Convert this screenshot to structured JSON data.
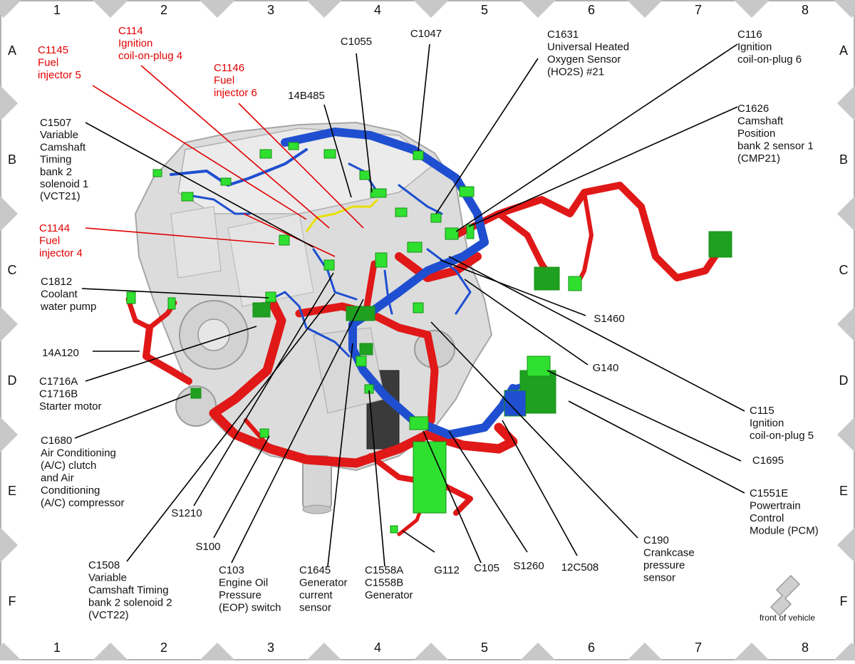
{
  "grid": {
    "columns": [
      "1",
      "2",
      "3",
      "4",
      "5",
      "6",
      "7",
      "8"
    ],
    "rows": [
      "A",
      "B",
      "C",
      "D",
      "E",
      "F"
    ]
  },
  "orientation_note": "front of vehicle",
  "colors": {
    "harness_blue": "#1f4fd0",
    "harness_red": "#e01818",
    "harness_yellow": "#e8e000",
    "connector_green": "#30e030",
    "red_label": "#e00000"
  },
  "labels": {
    "c1145": [
      "C1145",
      "Fuel",
      "injector 5"
    ],
    "c114": [
      "C114",
      "Ignition",
      "coil-on-plug 4"
    ],
    "c1146": [
      "C1146",
      "Fuel",
      "injector 6"
    ],
    "c1055": [
      "C1055"
    ],
    "c1047": [
      "C1047"
    ],
    "c1631": [
      "C1631",
      "Universal Heated",
      "Oxygen Sensor",
      "(HO2S) #21"
    ],
    "c116": [
      "C116",
      "Ignition",
      "coil-on-plug 6"
    ],
    "b14b485": [
      "14B485"
    ],
    "c1507": [
      "C1507",
      "Variable",
      "Camshaft",
      "Timing",
      "bank 2",
      "solenoid 1",
      "(VCT21)"
    ],
    "c1626": [
      "C1626",
      "Camshaft",
      "Position",
      "bank 2 sensor 1",
      "(CMP21)"
    ],
    "c1144": [
      "C1144",
      "Fuel",
      "injector 4"
    ],
    "c1812": [
      "C1812",
      "Coolant",
      "water pump"
    ],
    "s1460": [
      "S1460"
    ],
    "a14a120": [
      "14A120"
    ],
    "g140": [
      "G140"
    ],
    "c1716": [
      "C1716A",
      "C1716B",
      "Starter motor"
    ],
    "c115": [
      "C115",
      "Ignition",
      "coil-on-plug 5"
    ],
    "c1680": [
      "C1680",
      "Air Conditioning",
      "(A/C) clutch",
      "and Air",
      "Conditioning",
      "(A/C) compressor"
    ],
    "c1695": [
      "C1695"
    ],
    "c1551e": [
      "C1551E",
      "Powertrain",
      "Control",
      "Module (PCM)"
    ],
    "s1210": [
      "S1210"
    ],
    "s100": [
      "S100"
    ],
    "c190": [
      "C190",
      "Crankcase",
      "pressure",
      "sensor"
    ],
    "c1508": [
      "C1508",
      "Variable",
      "Camshaft Timing",
      "bank 2 solenoid 2",
      "(VCT22)"
    ],
    "c103": [
      "C103",
      "Engine Oil",
      "Pressure",
      "(EOP) switch"
    ],
    "c1645": [
      "C1645",
      "Generator",
      "current",
      "sensor"
    ],
    "c1558": [
      "C1558A",
      "C1558B",
      "Generator"
    ],
    "g112": [
      "G112"
    ],
    "c105": [
      "C105"
    ],
    "s1260": [
      "S1260"
    ],
    "c12c508": [
      "12C508"
    ]
  }
}
